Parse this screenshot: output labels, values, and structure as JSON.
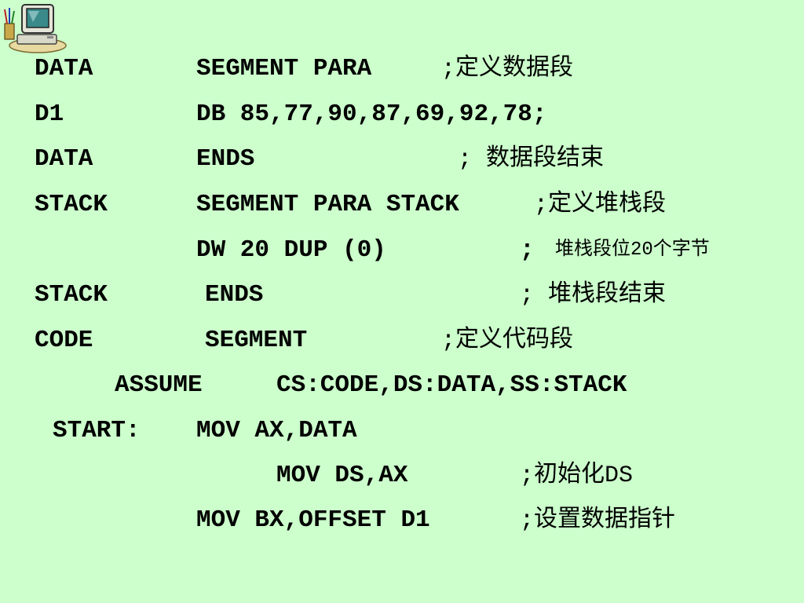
{
  "lines": [
    {
      "label": "DATA",
      "op": "SEGMENT PARA",
      "comment": ";定义数据段"
    },
    {
      "label": "D1",
      "op": "DB 85,77,90,87,69,92,78;",
      "comment": ""
    },
    {
      "label": "DATA",
      "op": "ENDS",
      "comment": "; 数据段结束"
    },
    {
      "label": "STACK",
      "op": "SEGMENT PARA STACK",
      "comment": ";定义堆栈段"
    },
    {
      "label": "",
      "op": "DW  20 DUP (0)",
      "comment_semi": ";",
      "comment": "堆栈段位20个字节"
    },
    {
      "label": "STACK",
      "op": "ENDS",
      "comment": "; 堆栈段结束"
    },
    {
      "label": "CODE",
      "op": "SEGMENT",
      "comment": ";定义代码段"
    },
    {
      "label": "ASSUME",
      "op": "CS:CODE,DS:DATA,SS:STACK",
      "comment": ""
    },
    {
      "label": "START:",
      "op": "MOV AX,DATA",
      "comment": ""
    },
    {
      "label": "",
      "op": "MOV DS,AX",
      "comment": ";初始化DS"
    },
    {
      "label": "",
      "op": "MOV BX,OFFSET D1",
      "comment": ";设置数据指针"
    }
  ],
  "icons": {
    "corner": "computer-icon"
  },
  "colors": {
    "background": "#ccffcc",
    "text": "#000000"
  }
}
